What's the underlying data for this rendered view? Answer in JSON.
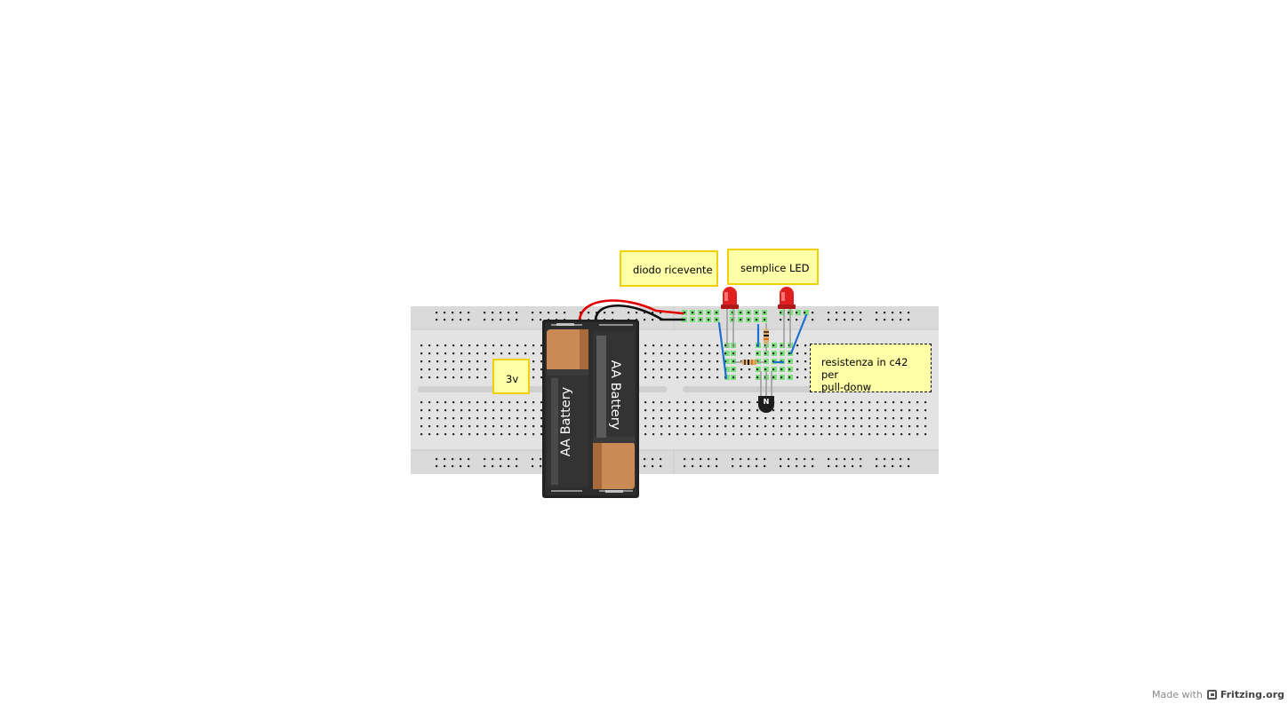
{
  "canvas": {
    "background": "#ffffff"
  },
  "breadboard": {
    "body_color": "#e3e3e3",
    "rail_color": "#d9d9d9",
    "hole_color": "#2d2d2d",
    "highlight_color": "#7fe07f"
  },
  "notes": {
    "diodo": "diodo ricevente",
    "led": "semplice LED",
    "volt": "3v",
    "resistor_line1": "resistenza in c42  per",
    "resistor_line2": "pull-donw"
  },
  "battery_pack": {
    "cell_label": "AA Battery",
    "case_color": "#222222",
    "copper_color": "#c98a55",
    "wire_positive": "#e00000",
    "wire_negative": "#111111"
  },
  "leds": {
    "color": "#e02020"
  },
  "transistor": {
    "label": "N"
  },
  "jumpers": {
    "color": "#1e6fd0"
  },
  "footer": {
    "made_with": "Made with",
    "brand": "Fritzing.org"
  }
}
